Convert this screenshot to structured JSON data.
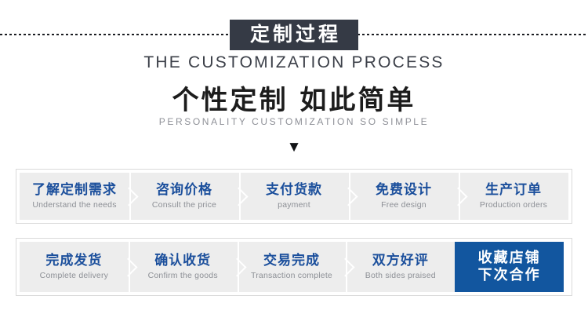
{
  "header": {
    "badge_title": "定制过程",
    "subtitle_en": "THE CUSTOMIZATION PROCESS",
    "headline_cn": "个性定制 如此简单",
    "headline_en": "PERSONALITY CUSTOMIZATION SO SIMPLE",
    "arrow_glyph": "▼"
  },
  "colors": {
    "badge_bg": "#353a45",
    "step_text_blue": "#1b4f9c",
    "cta_bg": "#12569f",
    "step_bg": "#ededed",
    "frame_border": "#d9d9d9",
    "en_gray": "#8d9096"
  },
  "rows": [
    {
      "steps": [
        {
          "cn": "了解定制需求",
          "en": "Understand the needs"
        },
        {
          "cn": "咨询价格",
          "en": "Consult the price"
        },
        {
          "cn": "支付货款",
          "en": "payment"
        },
        {
          "cn": "免费设计",
          "en": "Free design"
        },
        {
          "cn": "生产订单",
          "en": "Production orders"
        }
      ]
    },
    {
      "steps": [
        {
          "cn": "完成发货",
          "en": "Complete delivery"
        },
        {
          "cn": "确认收货",
          "en": "Confirm the goods"
        },
        {
          "cn": "交易完成",
          "en": "Transaction complete"
        },
        {
          "cn": "双方好评",
          "en": "Both sides praised"
        }
      ],
      "cta": {
        "line1": "收藏店铺",
        "line2": "下次合作"
      }
    }
  ]
}
